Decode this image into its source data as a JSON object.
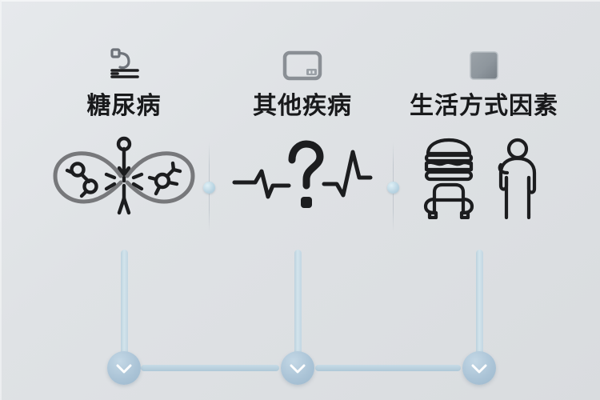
{
  "infographic": {
    "background_color": "#dfe2e5",
    "accent_color": "#a8c3d6",
    "title_color": "#18191b",
    "columns": [
      {
        "id": "diabetes",
        "label": "糖尿病",
        "badge_icon": "glucose-meter-icon",
        "illustration_icon": "thyroid-molecule-icon",
        "node_icon": "chevron-down-icon"
      },
      {
        "id": "other-diseases",
        "label": "其他疾病",
        "badge_icon": "screen-monitor-icon",
        "illustration_icon": "ecg-question-mark-icon",
        "node_icon": "chevron-down-icon"
      },
      {
        "id": "lifestyle-factors",
        "label": "生活方式因素",
        "badge_icon": "filled-square-icon",
        "illustration_icon": "burger-sofa-person-icon",
        "node_icon": "chevron-down-icon"
      }
    ],
    "dividers": [
      {
        "id": "divider-1",
        "dot_icon": "divider-dot-icon"
      },
      {
        "id": "divider-2",
        "dot_icon": "divider-dot-icon"
      }
    ]
  }
}
